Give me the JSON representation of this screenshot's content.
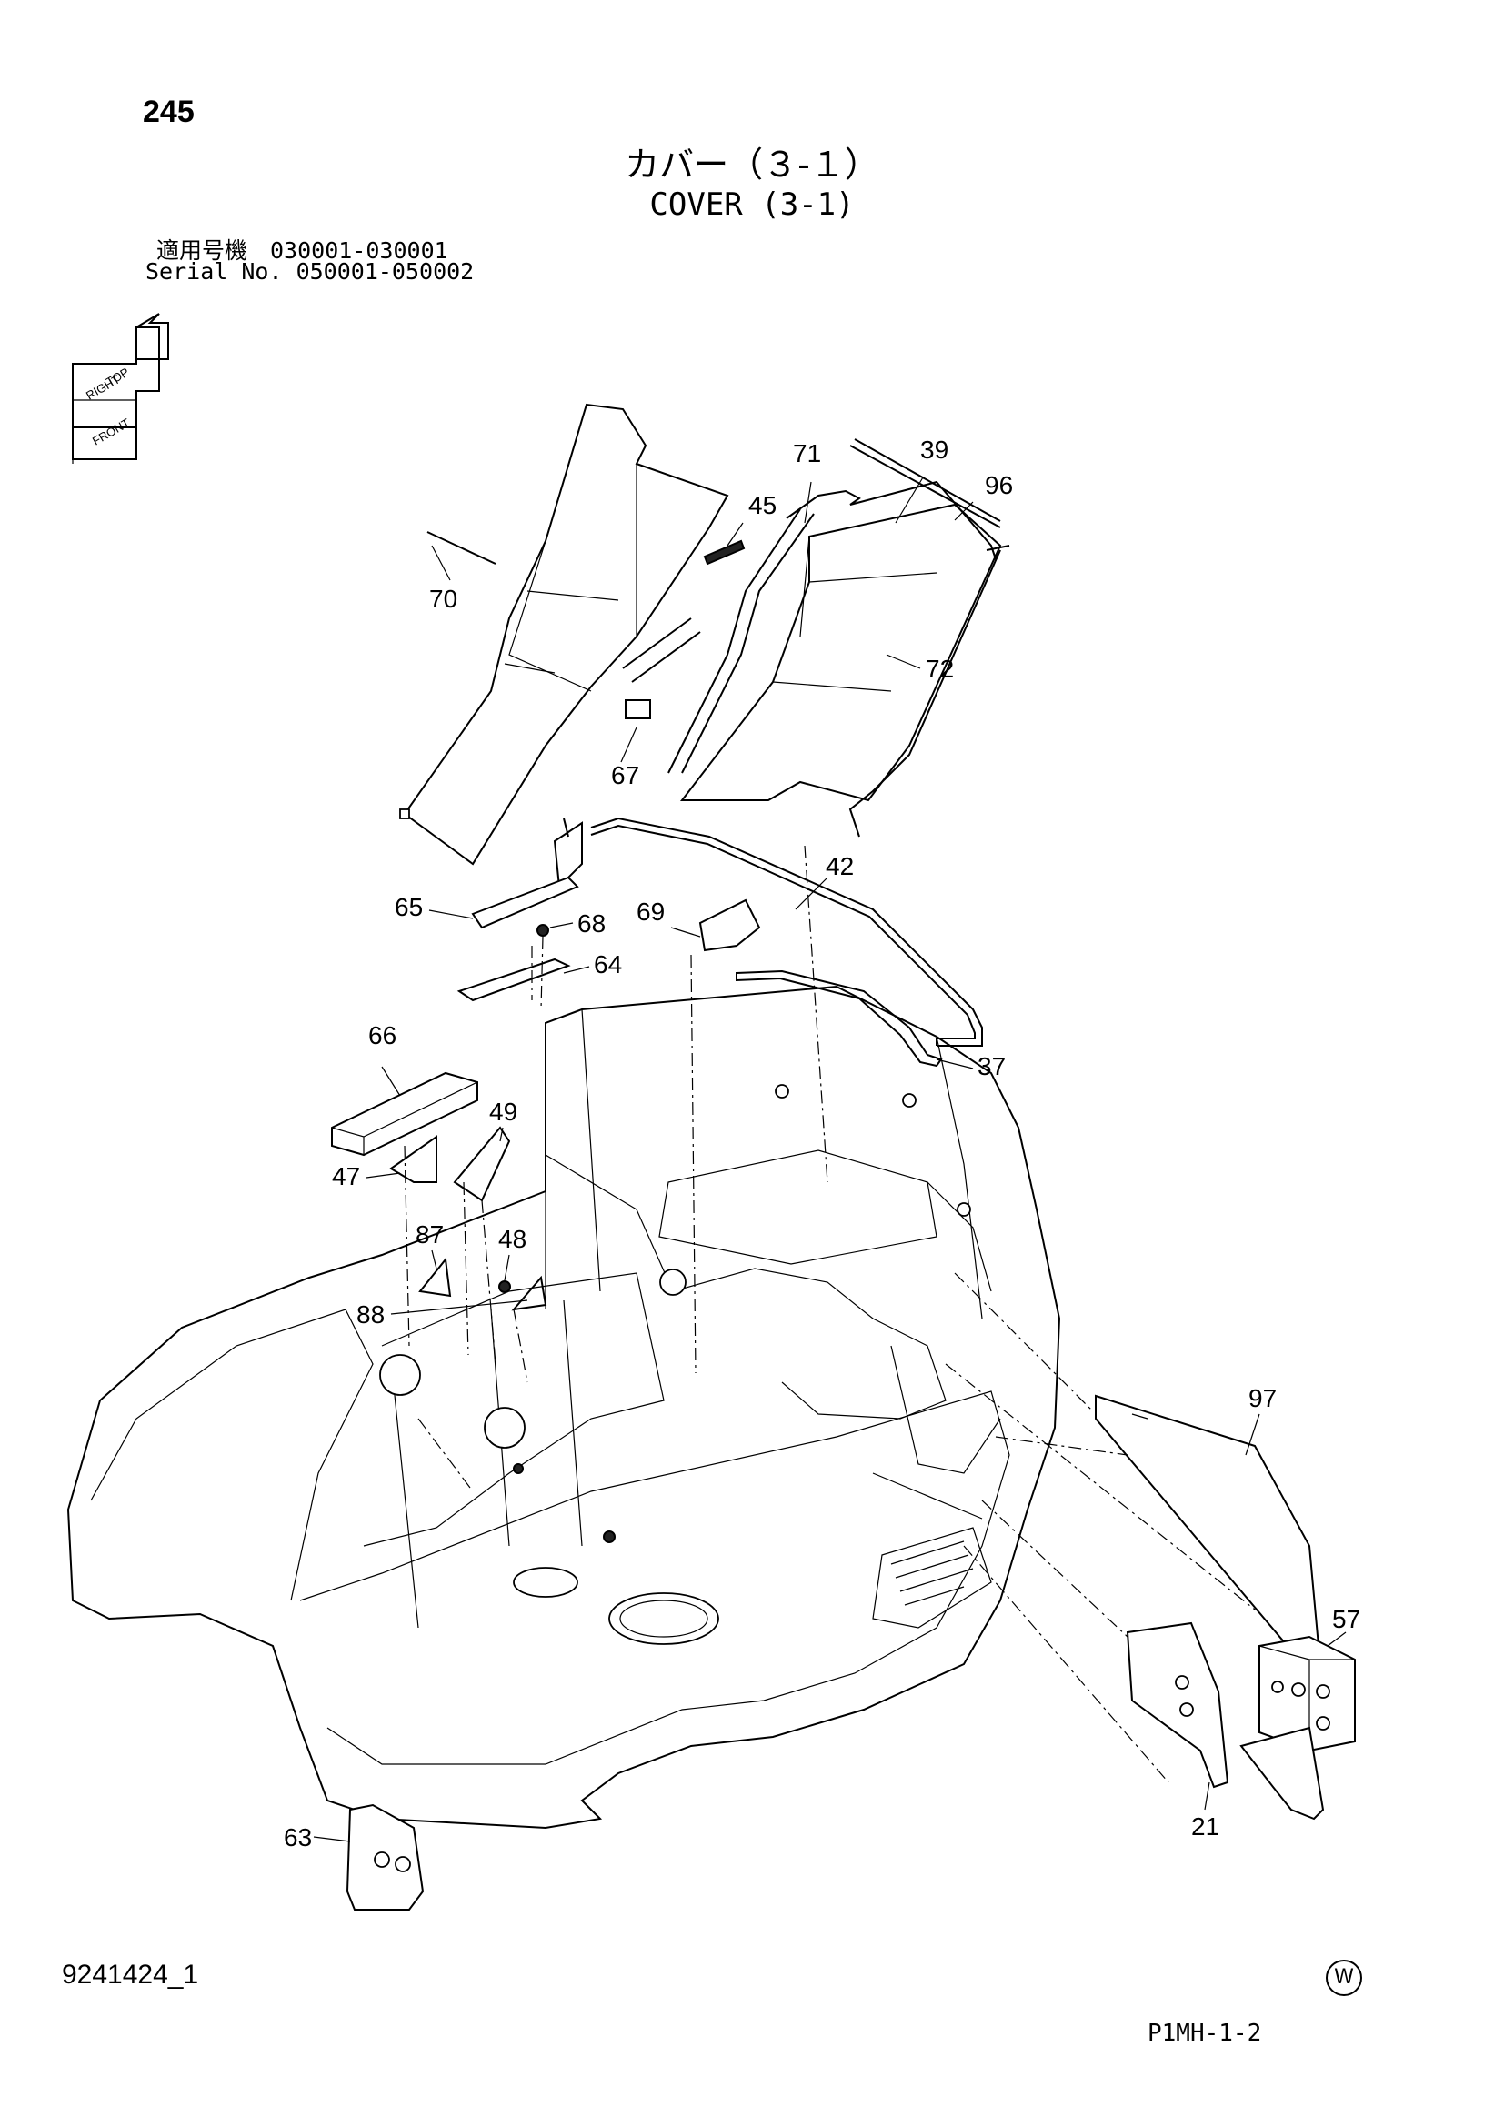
{
  "header": {
    "page_number": "245",
    "title_jp": "カバー（３-１）",
    "title_en": "COVER (3-1)",
    "serial_jp": "適用号機　030001-030001",
    "serial_en": "Serial No. 050001-050002"
  },
  "orientation_indicator": {
    "top": "TOP",
    "right": "RIGHT",
    "front": "FRONT"
  },
  "part_callouts": [
    "71",
    "39",
    "96",
    "45",
    "70",
    "72",
    "67",
    "42",
    "65",
    "68",
    "69",
    "64",
    "66",
    "49",
    "37",
    "47",
    "87",
    "48",
    "88",
    "97",
    "57",
    "63",
    "21"
  ],
  "footer": {
    "doc_number": "9241424_1",
    "w_mark": "W",
    "sheet_code": "P1MH-1-2"
  }
}
